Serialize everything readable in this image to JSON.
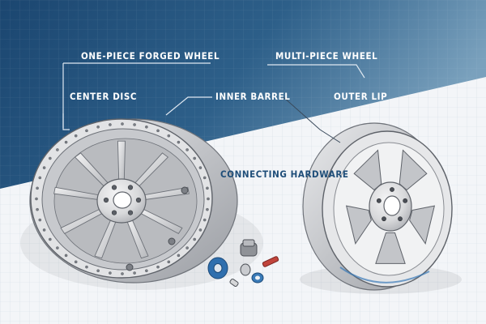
{
  "labels": {
    "one_piece": "ONE-PIECE FORGED WHEEL",
    "multi_piece": "MULTI-PIECE WHEEL",
    "center_disc": "CENTER DISC",
    "inner_barrel": "INNER BARREL",
    "outer_lip": "OUTER LIP",
    "connecting_hardware": "CONNECTING HARDWARE"
  },
  "colors": {
    "blueprint_dark": "#1d4a72",
    "blueprint_light": "#6f99b7",
    "paper": "#f3f5f8",
    "wheel_silver": "#d9dadc",
    "wheel_shadow": "#8d9096",
    "label_dark": "#1f4e79",
    "accent_blue": "#3a7bb8",
    "accent_red": "#c0443c"
  }
}
